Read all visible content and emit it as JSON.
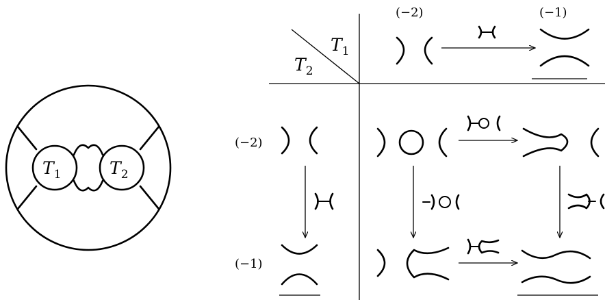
{
  "tangle_diagram": {
    "labels": [
      {
        "name": "T",
        "index": "1"
      },
      {
        "name": "T",
        "index": "2"
      }
    ]
  },
  "table": {
    "corner": {
      "top_label": {
        "name": "T",
        "index": "1"
      },
      "bottom_label": {
        "name": "T",
        "index": "2"
      }
    },
    "column_degrees": [
      "(−2)",
      "(−1)"
    ],
    "row_degrees": [
      "(−2)",
      "(−1)"
    ]
  }
}
